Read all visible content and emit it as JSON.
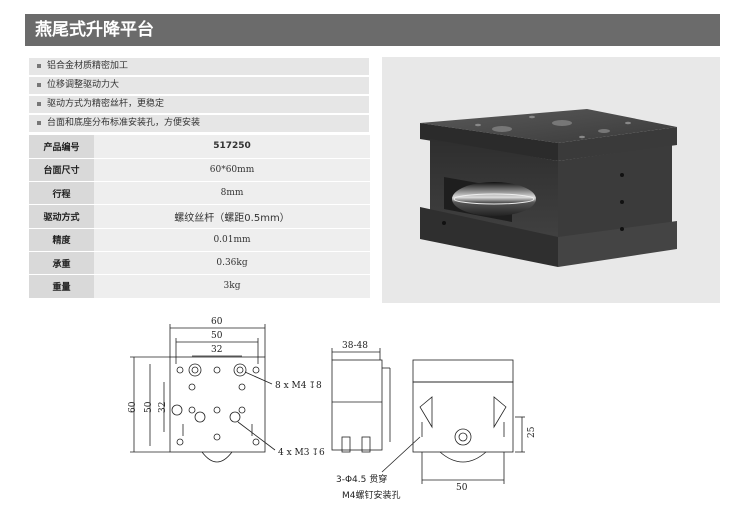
{
  "title": "燕尾式升降平台",
  "features": [
    "铝合金材质精密加工",
    "位移调整驱动力大",
    "驱动方式为精密丝杆，更稳定",
    "台面和底座分布标准安装孔，方便安装"
  ],
  "specs": [
    {
      "key": "产品编号",
      "value": "517250"
    },
    {
      "key": "台面尺寸",
      "value": "60*60mm"
    },
    {
      "key": "行程",
      "value": "8mm"
    },
    {
      "key": "驱动方式",
      "value": "螺纹丝杆（螺距0.5mm）"
    },
    {
      "key": "精度",
      "value": "0.01mm"
    },
    {
      "key": "承重",
      "value": "0.36kg"
    },
    {
      "key": "重量",
      "value": "3kg"
    }
  ],
  "drawing": {
    "dim_60_top": "60",
    "dim_50_top": "50",
    "dim_32_top": "32",
    "dim_60_left": "60",
    "dim_50_left": "50",
    "dim_32_left": "32",
    "hole_label_1": "8 x M4",
    "hole_label_1_depth": "8",
    "hole_label_2": "4 x M3",
    "hole_label_2_depth": "6",
    "side_range": "38-48",
    "dim_25": "25",
    "dim_50_bottom": "50",
    "thru_label": "3-Φ4.5 贯穿",
    "mount_label": "M4螺钉安装孔"
  },
  "colors": {
    "title_bg": "#6b6b6b",
    "key_bg": "#d9d9d9",
    "value_bg": "#eeeeee",
    "photo_bg": "#e8e8e8",
    "stage_dark": "#3a3a3a"
  }
}
